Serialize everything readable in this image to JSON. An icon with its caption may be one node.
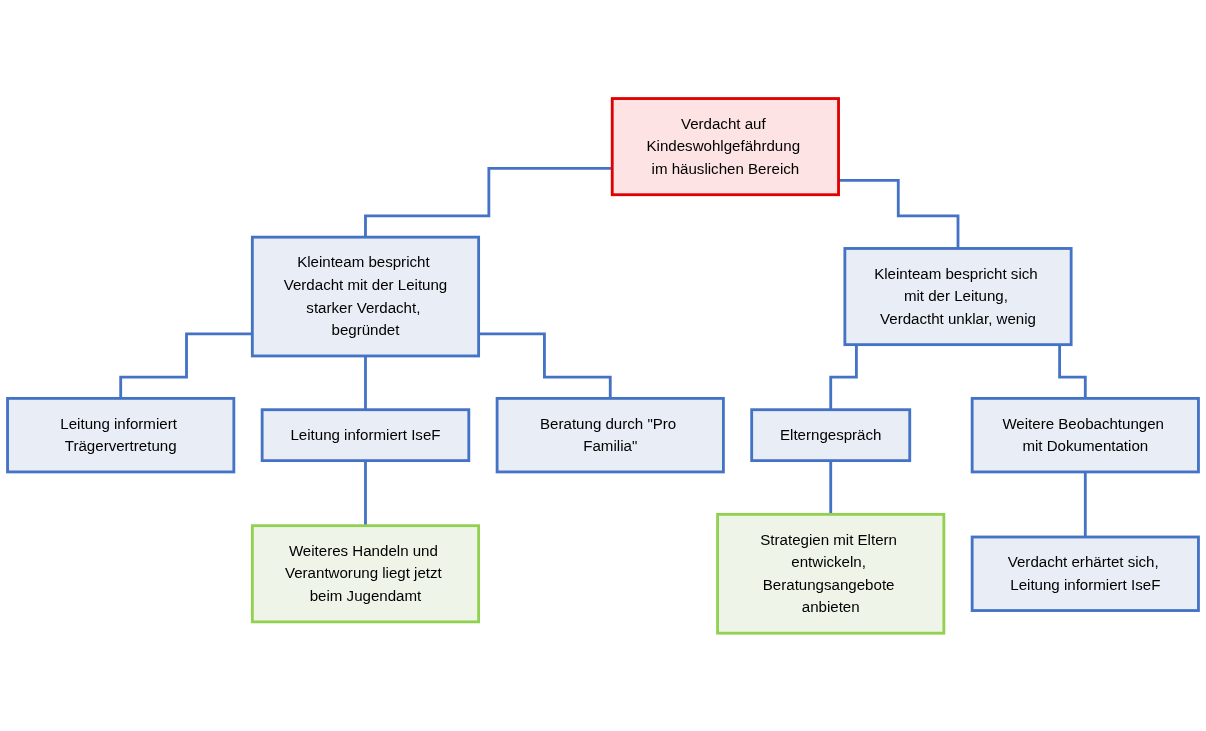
{
  "diagram": {
    "nodes": [
      {
        "text": [
          "Verdacht auf Kindeswohlgefährdung im häuslichen Bereich"
        ]
      },
      {
        "text": [
          "Kleinteam bespricht Verdacht mit der Leitung",
          "starker Verdacht, begründet"
        ]
      },
      {
        "text": [
          "Kleinteam bespricht sich mit der Leitung, Verdactht unklar, wenig"
        ]
      },
      {
        "text": [
          "Leitung informiert Trägervertretung"
        ]
      },
      {
        "text": [
          "Leitung informiert IseF"
        ]
      },
      {
        "text": [
          "Beratung durch \"Pro Familia\""
        ]
      },
      {
        "text": [
          "Elterngespräch"
        ]
      },
      {
        "text": [
          "Weitere Beobachtungen mit Dokumentation"
        ]
      },
      {
        "text": [
          "Weiteres Handeln und Verantworung liegt jetzt beim Jugendamt"
        ]
      },
      {
        "text": [
          "Strategien mit Eltern entwickeln, Beratungsangebote anbieten"
        ]
      },
      {
        "text": [
          "Verdacht erhärtet sich, Leitung informiert IseF"
        ]
      }
    ],
    "edges": [
      {
        "from": 0,
        "to": 1,
        "arrow": "none"
      },
      {
        "from": 0,
        "to": 2,
        "arrow": "none"
      },
      {
        "from": 1,
        "to": 3,
        "arrow": "none"
      },
      {
        "from": 1,
        "to": 4,
        "arrow": "none"
      },
      {
        "from": 1,
        "to": 5,
        "arrow": "none"
      },
      {
        "from": 2,
        "to": 6,
        "arrow": "none"
      },
      {
        "from": 2,
        "to": 7,
        "arrow": "none"
      },
      {
        "from": 4,
        "to": 8,
        "arrow": "none"
      },
      {
        "from": 6,
        "to": 9,
        "arrow": "none"
      },
      {
        "from": 7,
        "to": 10,
        "arrow": "none"
      }
    ]
  }
}
